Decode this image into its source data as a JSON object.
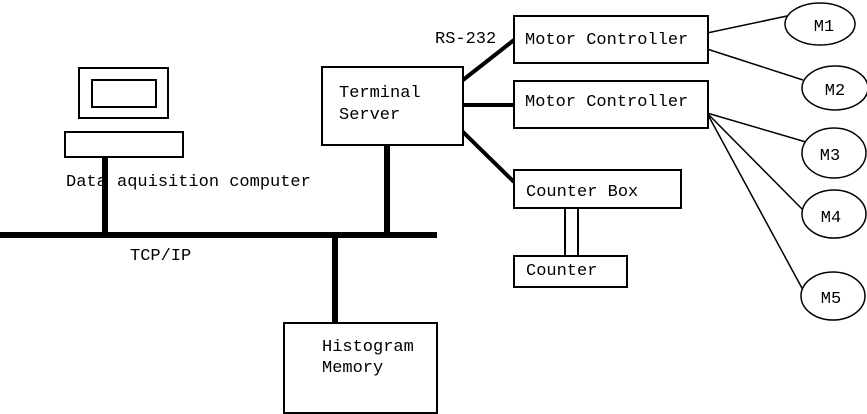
{
  "diagram": {
    "background_color": "#ffffff",
    "line_color": "#000000",
    "labels": {
      "rs232": "RS-232",
      "tcpip": "TCP/IP",
      "daq_computer": "Data aquisition computer"
    },
    "nodes": {
      "terminal_server": {
        "line1": "Terminal",
        "line2": "Server"
      },
      "motor_controller_1": {
        "label": "Motor Controller"
      },
      "motor_controller_2": {
        "label": "Motor Controller"
      },
      "counter_box": {
        "label": "Counter Box"
      },
      "counter": {
        "label": "Counter"
      },
      "histogram_memory": {
        "line1": "Histogram",
        "line2": "Memory"
      }
    },
    "motors": [
      {
        "label": "M1"
      },
      {
        "label": "M2"
      },
      {
        "label": "M3"
      },
      {
        "label": "M4"
      },
      {
        "label": "M5"
      }
    ]
  }
}
